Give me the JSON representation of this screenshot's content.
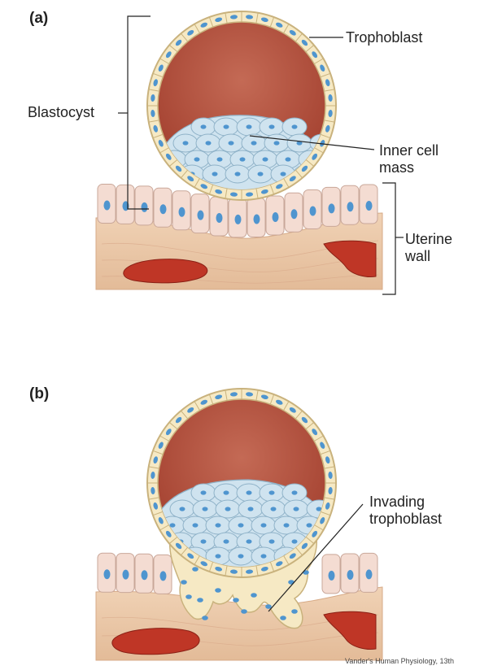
{
  "panels": {
    "a": {
      "label": "(a)",
      "labels": {
        "blastocyst": "Blastocyst",
        "trophoblast": "Trophoblast",
        "inner_cell_mass_line1": "Inner cell",
        "inner_cell_mass_line2": "mass",
        "uterine_wall_line1": "Uterine",
        "uterine_wall_line2": "wall"
      }
    },
    "b": {
      "label": "(b)",
      "labels": {
        "invading_line1": "Invading",
        "invading_line2": "trophoblast"
      }
    }
  },
  "credit": "Vander's Human Physiology, 13th",
  "colors": {
    "cavity": "#a9473a",
    "cavity_light": "#c86a57",
    "trophoblast_cell": "#f6e9c4",
    "inner_cell": "#cfe3ef",
    "nucleus": "#4f95cf",
    "epithelium": "#f4dcd2",
    "stroma": "#e9c7a8",
    "vessel": "#c0392b",
    "line": "#222222"
  }
}
